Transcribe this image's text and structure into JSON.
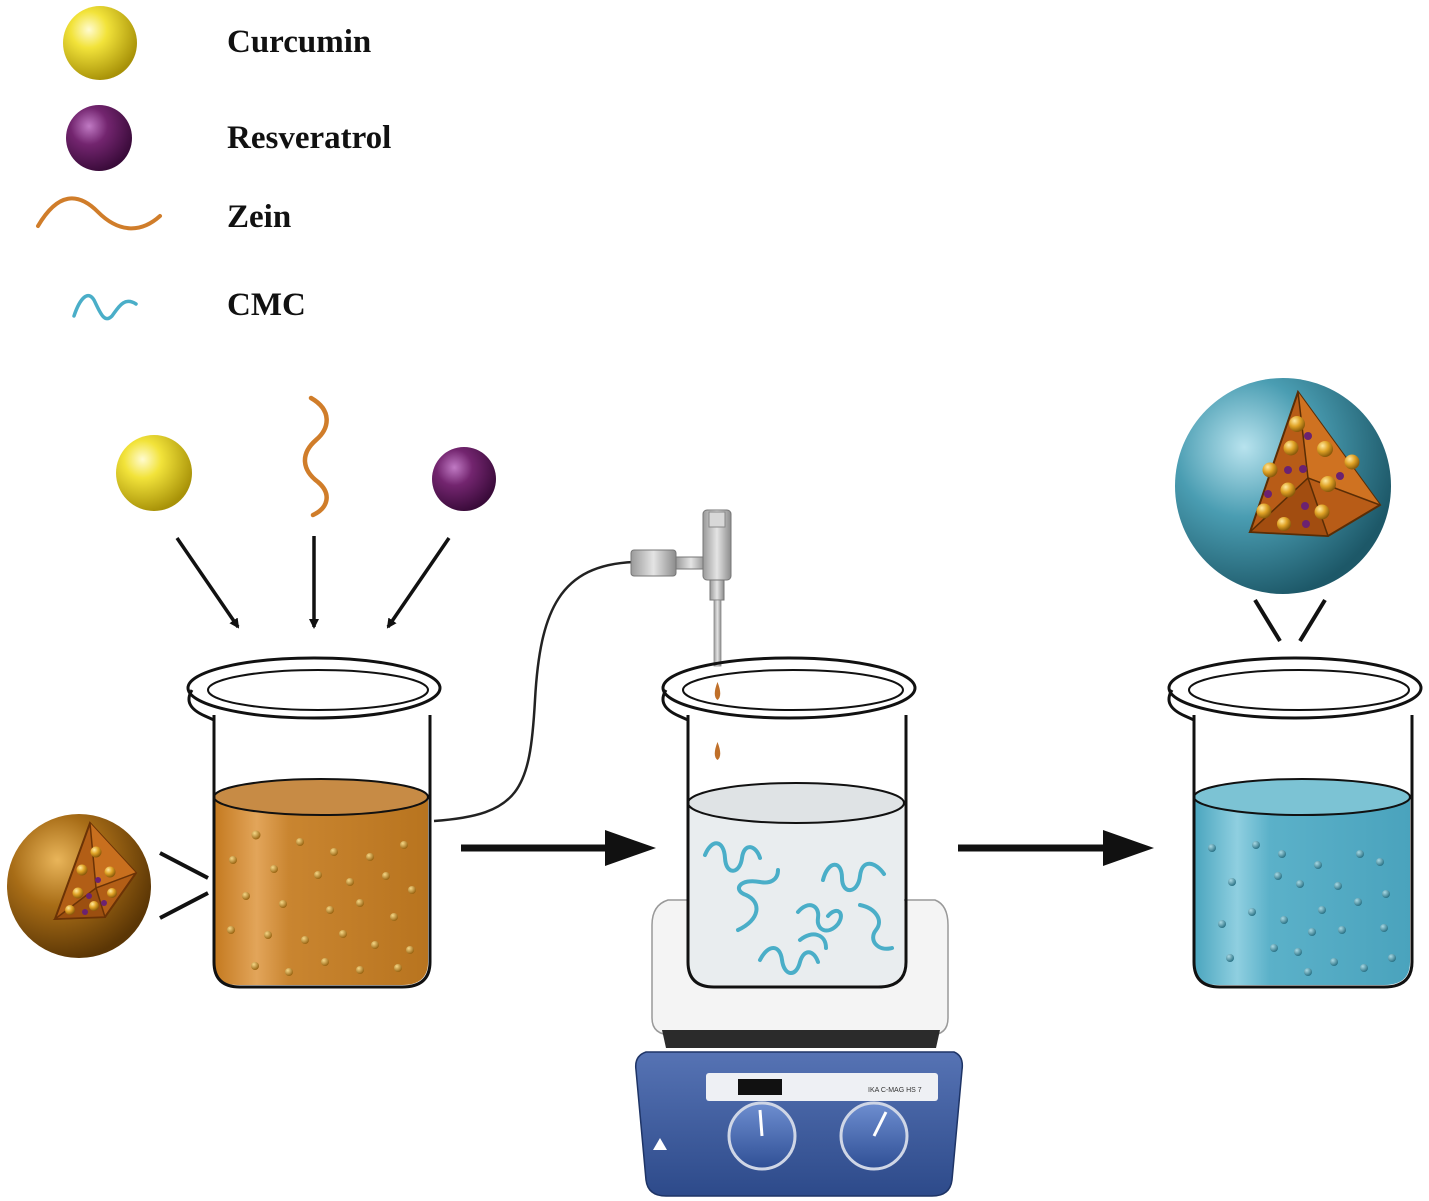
{
  "legend": {
    "items": [
      {
        "id": "curcumin",
        "label": "Curcumin",
        "symbol": "sphere",
        "color": "#e6d21c"
      },
      {
        "id": "resveratrol",
        "label": "Resveratrol",
        "symbol": "sphere",
        "color": "#6b1f6e"
      },
      {
        "id": "zein",
        "label": "Zein",
        "symbol": "wave",
        "color": "#d07d2a"
      },
      {
        "id": "cmc",
        "label": "CMC",
        "symbol": "wave",
        "color": "#4aaec8"
      }
    ]
  },
  "colors": {
    "zein_solution": "#c8822e",
    "water_solution": "#e9edef",
    "final_solution": "#5fb3c8",
    "core_particle": "#a06a1a",
    "coated_particle": "#3d8fa3",
    "stirrer_body": "#3a5a9e"
  },
  "stirrer": {
    "brand_text": "IKA C-MAG HS 7"
  },
  "icons": [
    "arrow-icon",
    "beaker-icon",
    "syringe-pump-icon",
    "magnetic-stirrer-icon",
    "nanoparticle-icon"
  ]
}
